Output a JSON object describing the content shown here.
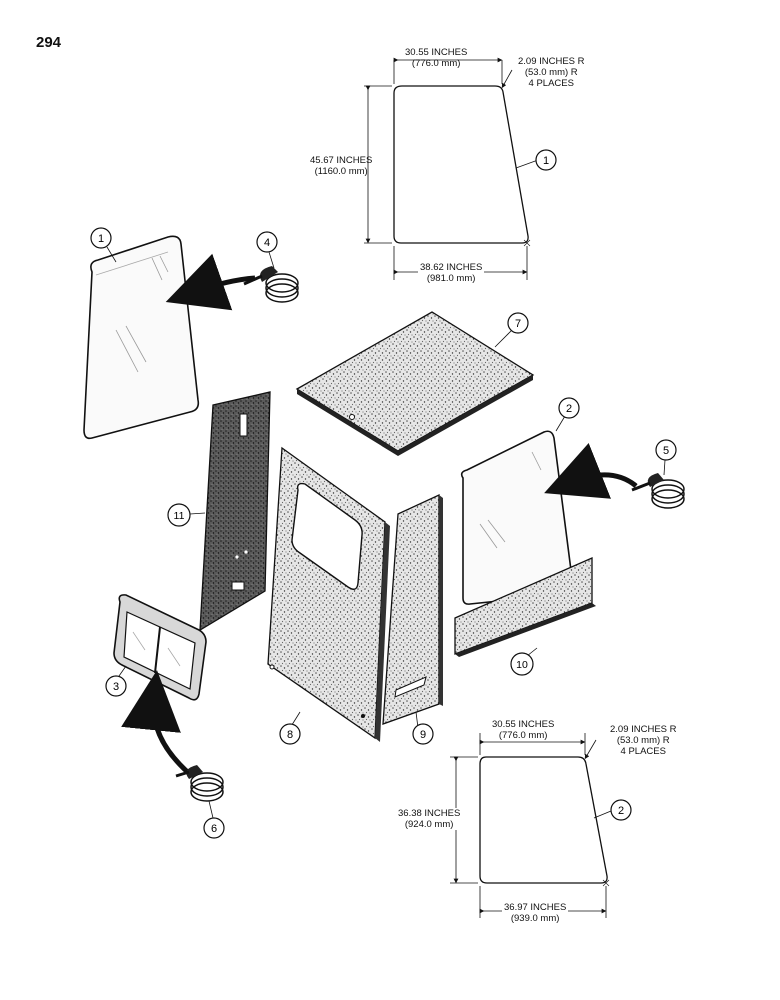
{
  "page_number": "294",
  "callouts": {
    "c1a": "1",
    "c1b": "1",
    "c2a": "2",
    "c2b": "2",
    "c3": "3",
    "c4": "4",
    "c5": "5",
    "c6": "6",
    "c7": "7",
    "c8": "8",
    "c9": "9",
    "c10": "10",
    "c11": "11"
  },
  "glass_1_dims": {
    "top_width": "30.55 INCHES",
    "top_width_mm": "(776.0 mm)",
    "radius": "2.09 INCHES R",
    "radius_mm": "(53.0 mm) R",
    "radius_places": "4 PLACES",
    "height": "45.67 INCHES",
    "height_mm": "(1160.0 mm)",
    "bottom_width": "38.62 INCHES",
    "bottom_width_mm": "(981.0 mm)"
  },
  "glass_2_dims": {
    "top_width": "30.55 INCHES",
    "top_width_mm": "(776.0 mm)",
    "radius": "2.09 INCHES R",
    "radius_mm": "(53.0 mm) R",
    "radius_places": "4 PLACES",
    "height": "36.38 INCHES",
    "height_mm": "(924.0 mm)",
    "bottom_width": "36.97 INCHES",
    "bottom_width_mm": "(939.0 mm)"
  }
}
